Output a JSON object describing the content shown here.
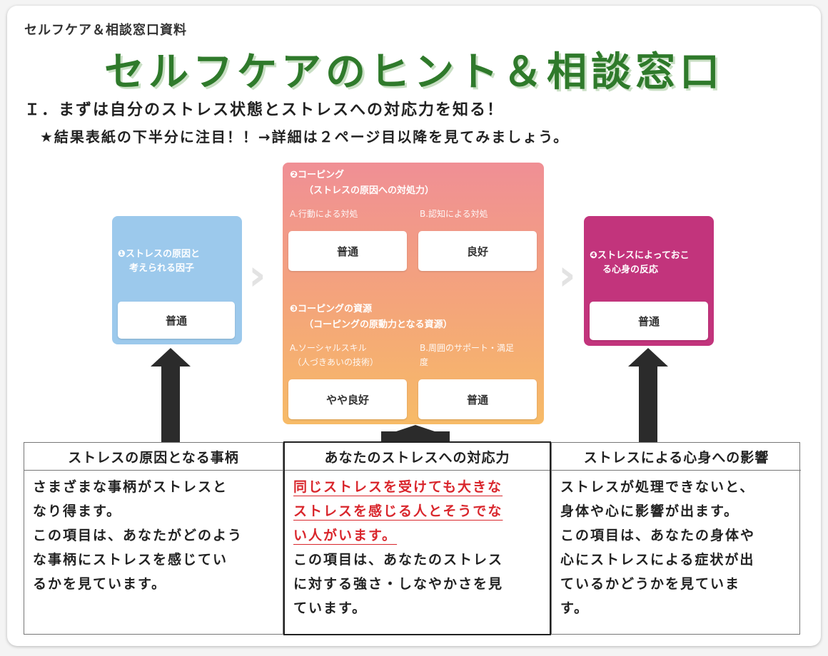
{
  "header": {
    "tag": "セルフケア＆相談窓口資料",
    "title": "セルフケアのヒント＆相談窓口",
    "heading1": "Ｉ．まずは自分のストレス状態とストレスへの対応力を知る！",
    "heading2": "★結果表紙の下半分に注目！！→詳細は２ページ目以降を見てみましょう。"
  },
  "boxes": {
    "stressor": {
      "label_line1": "❶ストレスの原因と",
      "label_line2": "考えられる因子",
      "value": "普通",
      "color": "#9cc9ec"
    },
    "coping": {
      "label_line1": "❷コーピング",
      "label_line2": "（ストレスの原因への対処力）",
      "a_label": "A.行動による対処",
      "b_label": "B.認知による対処",
      "a_value": "普通",
      "b_value": "良好"
    },
    "coping_resource": {
      "label_line1": "❸コーピングの資源",
      "label_line2": "（コーピングの原動力となる資源）",
      "a_label_line1": "A.ソーシャルスキル",
      "a_label_line2": "（人づきあいの技術）",
      "b_label_line1": "B.周囲のサポート・満足",
      "b_label_line2": "度",
      "a_value": "やや良好",
      "b_value": "普通"
    },
    "reaction": {
      "label_line1": "❹ストレスによっておこ",
      "label_line2": "る心身の反応",
      "value": "普通",
      "color": "#c2347c"
    }
  },
  "table": {
    "col1": {
      "header": "ストレスの原因となる事柄",
      "lines": [
        "さまざまな事柄がストレスと",
        "なり得ます。",
        "この項目は、あなたがどのよう",
        "な事柄にストレスを感じてい",
        "るかを見ています。"
      ]
    },
    "col2": {
      "header": "あなたのストレスへの対応力",
      "red_lines": [
        "同じストレスを受けても大きな",
        "ストレスを感じる人とそうでな",
        "い人がいます。"
      ],
      "lines": [
        "この項目は、あなたのストレス",
        "に対する強さ・しなやかさを見",
        "ています。"
      ]
    },
    "col3": {
      "header": "ストレスによる心身への影響",
      "lines": [
        "ストレスが処理できないと、",
        "身体や心に影響が出ます。",
        "この項目は、あなたの身体や",
        "心にストレスによる症状が出",
        "ているかどうかを見ていま",
        "す。"
      ]
    }
  }
}
